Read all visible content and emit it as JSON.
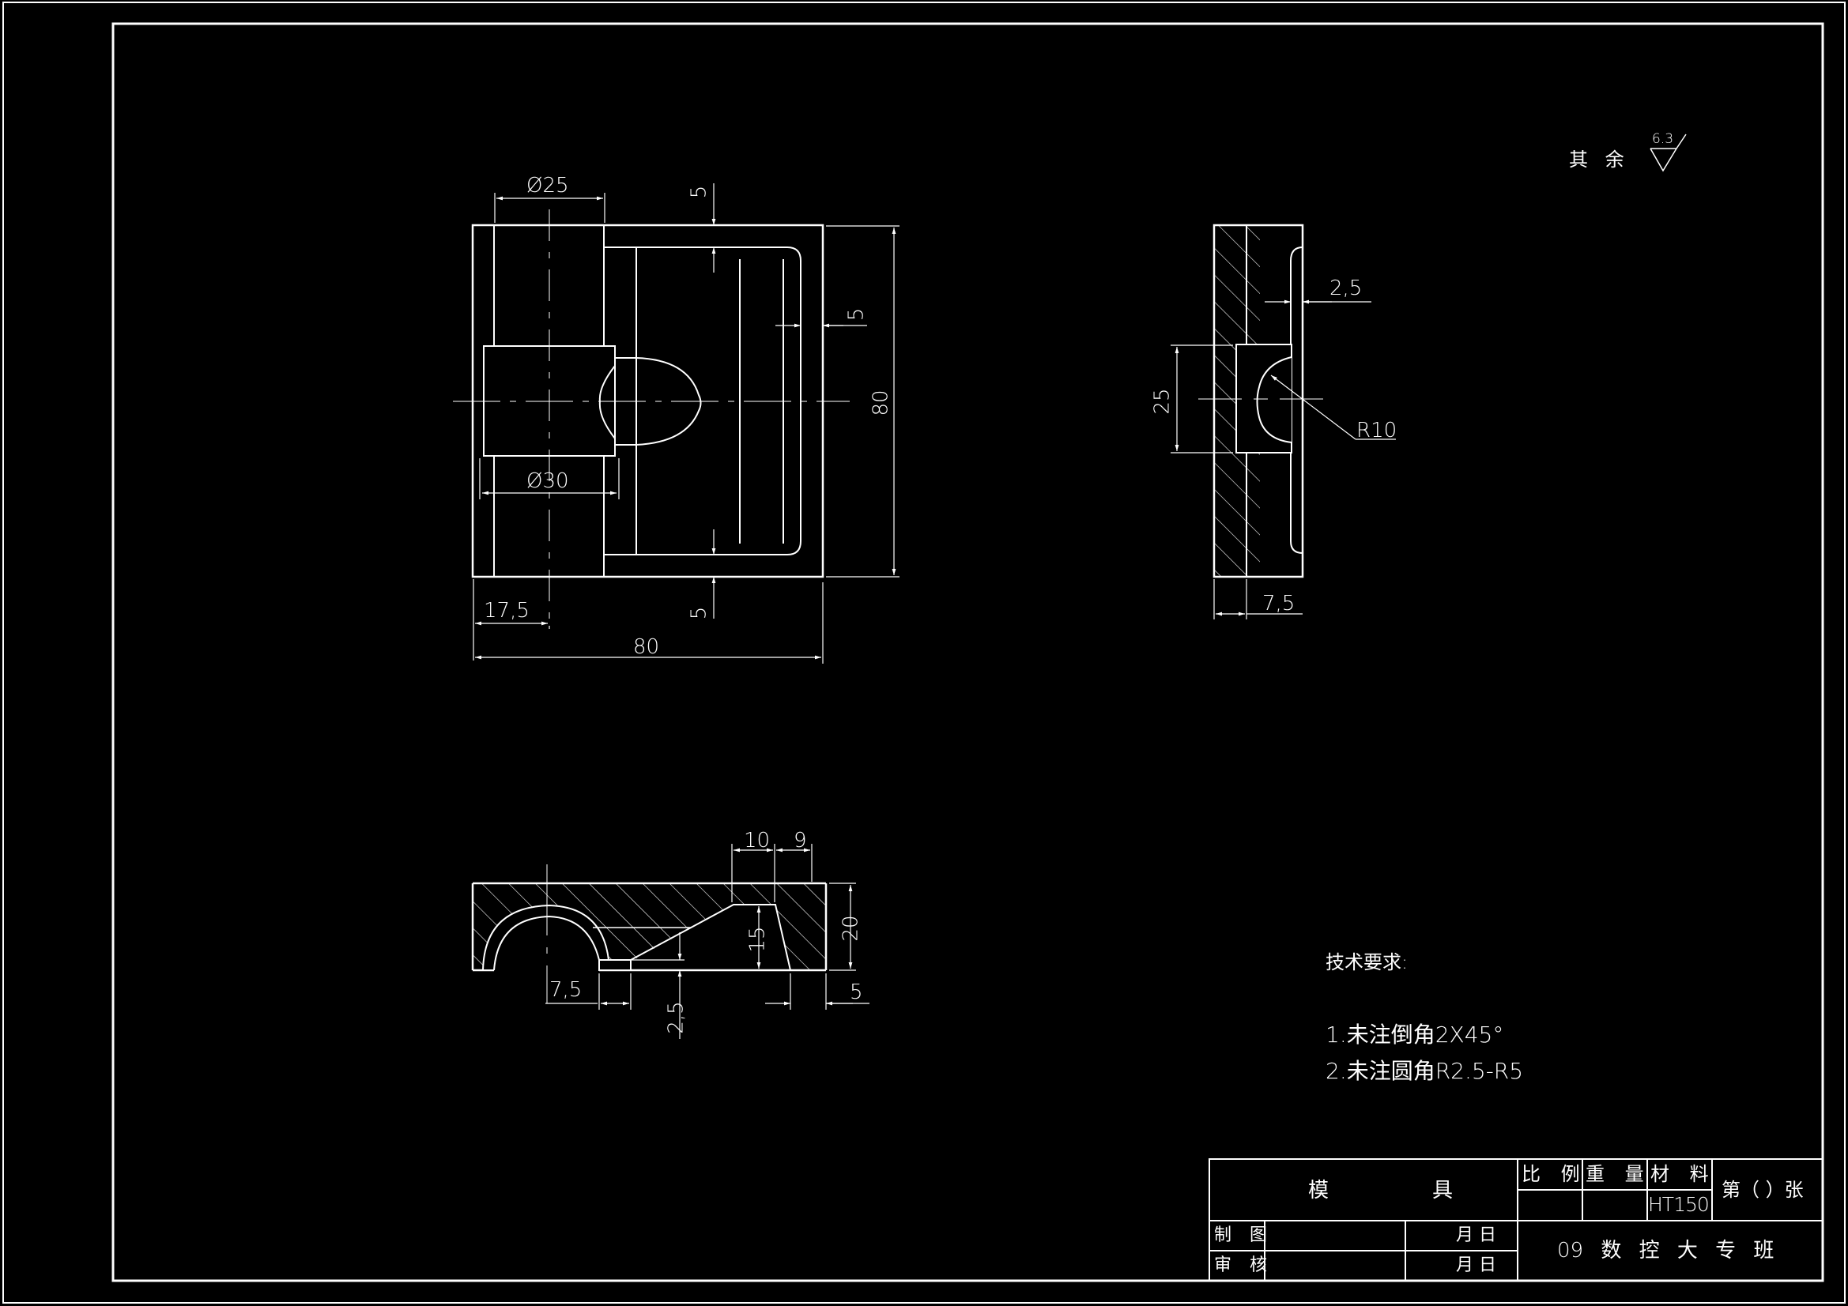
{
  "drawing": {
    "background": "#000000",
    "line_color": "#ffffff",
    "surface_roughness": {
      "label": "其 余",
      "value": "6.3"
    },
    "front_view": {
      "dims": {
        "dia_top": "Ø25",
        "dia_bottom": "Ø30",
        "top_wall": "5",
        "bottom_wall": "5",
        "right_wall": "5",
        "height": "80",
        "offset_left": "17,5",
        "width": "80"
      }
    },
    "side_view": {
      "dims": {
        "groove_depth": "2,5",
        "slot_height": "25",
        "radius": "R10",
        "thickness": "7,5"
      }
    },
    "section_view": {
      "dims": {
        "top_a": "10",
        "top_b": "9",
        "inner_height": "15",
        "total_height": "20",
        "step_width": "7,5",
        "step_height": "2,5",
        "right_offset": "5"
      }
    },
    "technical_requirements": {
      "title": "技术要求:",
      "items": [
        "1.未注倒角2X45°",
        "2.未注圆角R2.5-R5"
      ]
    }
  },
  "title_block": {
    "part_name_left": "模",
    "part_name_right": "具",
    "scale_label": "比 例",
    "weight_label": "重 量",
    "material_label": "材 料",
    "material_value": "HT150",
    "sheet_label": "第（  ）张",
    "drawn_label": "制 图",
    "checked_label": "审 核",
    "date_label": "月  日",
    "organization": "09 数 控 大 专 班"
  }
}
